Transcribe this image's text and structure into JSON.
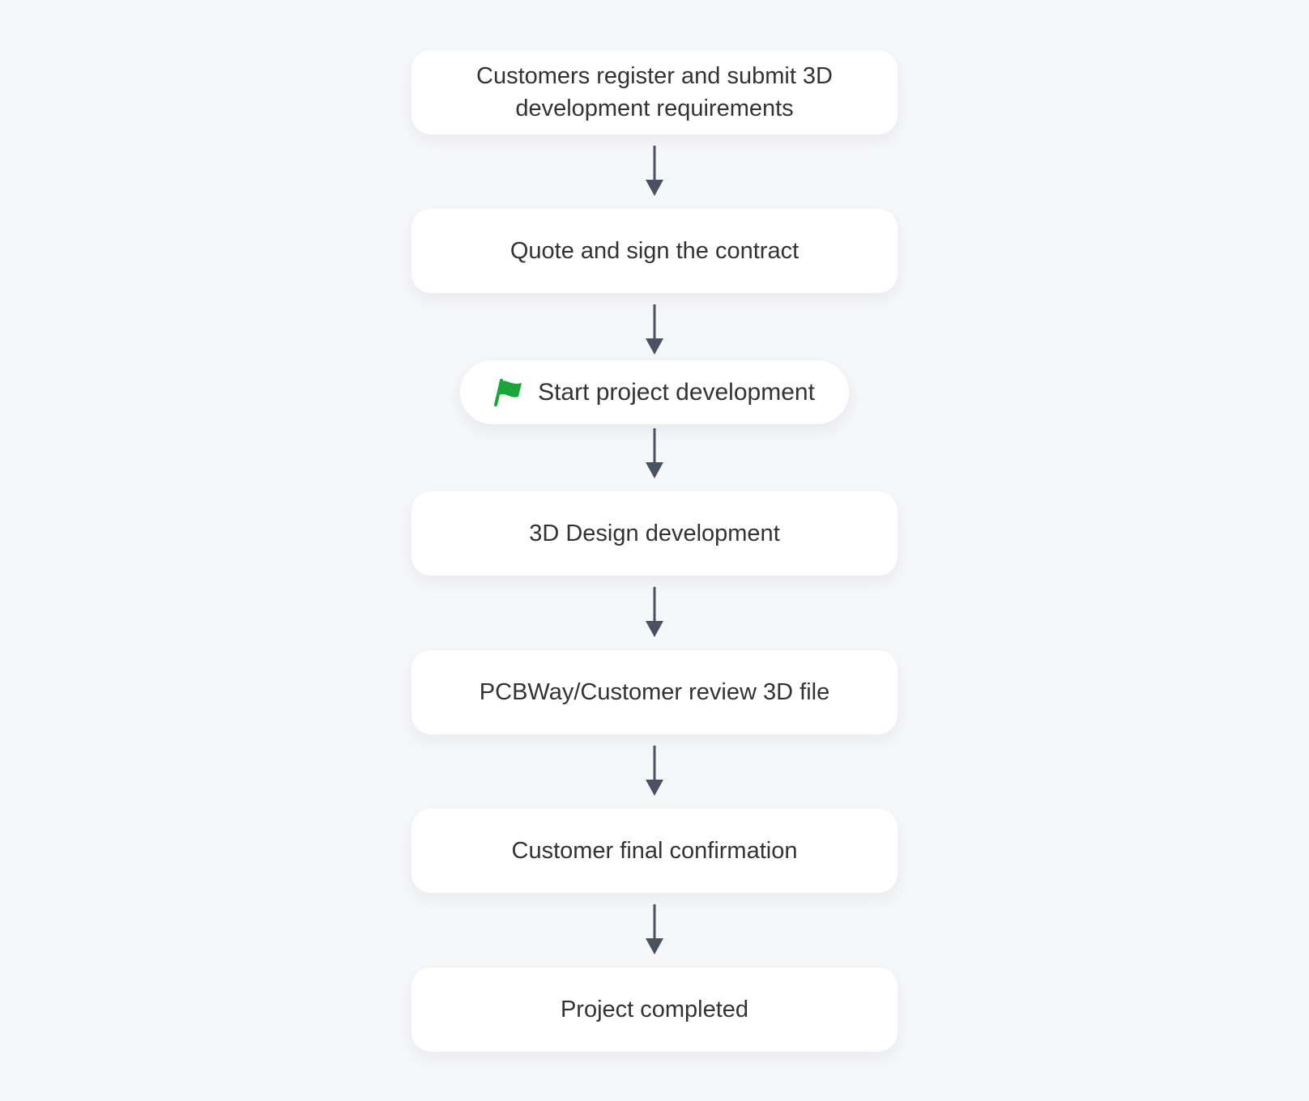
{
  "flowchart": {
    "steps": [
      "Customers register and submit 3D development requirements",
      "Quote and sign the contract",
      "Start project development",
      "3D Design development",
      "PCBWay/Customer review 3D file",
      "Customer final confirmation",
      "Project completed"
    ],
    "icons": {
      "start_marker": "flag-icon"
    },
    "colors": {
      "background": "#f6f7f9",
      "card": "#ffffff",
      "arrow": "#4a5260",
      "flag": "#1aa53a",
      "text": "#333333"
    }
  }
}
